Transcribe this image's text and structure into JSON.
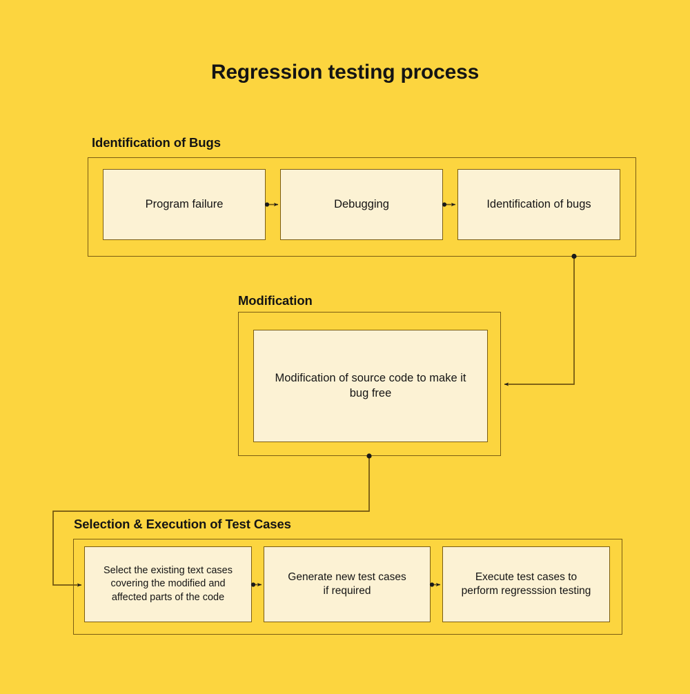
{
  "title": "Regression testing process",
  "colors": {
    "background": "#FCD53F",
    "box_fill": "#FCF2D4",
    "border": "#7a5c12",
    "text": "#141414"
  },
  "groups": [
    {
      "id": "identification-of-bugs",
      "label": "Identification of Bugs",
      "nodes": [
        {
          "id": "program-failure",
          "text": "Program failure"
        },
        {
          "id": "debugging",
          "text": "Debugging"
        },
        {
          "id": "identification-of-bugs-node",
          "text": "Identification of bugs"
        }
      ]
    },
    {
      "id": "modification",
      "label": "Modification",
      "nodes": [
        {
          "id": "modification-of-source-code",
          "text": "Modification of source code to make it bug free"
        }
      ]
    },
    {
      "id": "selection-execution-of-test-cases",
      "label": "Selection & Execution of Test Cases",
      "nodes": [
        {
          "id": "select-existing-test-cases",
          "text": "Select the existing text cases covering the modified and affected parts of the code"
        },
        {
          "id": "generate-new-test-cases",
          "text": "Generate new test cases if required"
        },
        {
          "id": "execute-test-cases",
          "text": "Execute test cases to perform regresssion testing"
        }
      ]
    }
  ],
  "connectors": [
    {
      "id": "program-failure-to-debugging",
      "from": "program-failure",
      "to": "debugging",
      "style": "dot-arrow-horizontal"
    },
    {
      "id": "debugging-to-identification",
      "from": "debugging",
      "to": "identification-of-bugs-node",
      "style": "dot-arrow-horizontal"
    },
    {
      "id": "bugs-group-to-modification-group",
      "from": "identification-of-bugs",
      "to": "modification",
      "style": "dot-elbow-arrow"
    },
    {
      "id": "modification-group-to-selection-group",
      "from": "modification",
      "to": "selection-execution-of-test-cases",
      "style": "dot-elbow-arrow"
    },
    {
      "id": "select-to-generate",
      "from": "select-existing-test-cases",
      "to": "generate-new-test-cases",
      "style": "dot-arrow-horizontal"
    },
    {
      "id": "generate-to-execute",
      "from": "generate-new-test-cases",
      "to": "execute-test-cases",
      "style": "dot-arrow-horizontal"
    }
  ]
}
